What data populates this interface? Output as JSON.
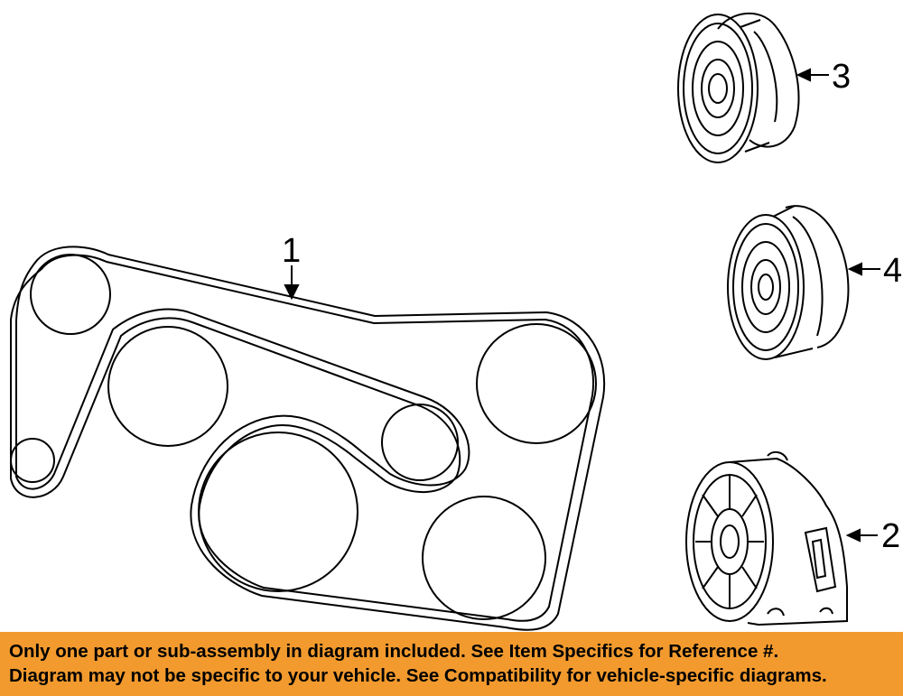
{
  "callouts": [
    {
      "id": "belt",
      "label": "1"
    },
    {
      "id": "tensioner",
      "label": "2"
    },
    {
      "id": "idler-pulley-upper",
      "label": "3"
    },
    {
      "id": "idler-pulley-lower",
      "label": "4"
    }
  ],
  "notice": {
    "line1": "Only one part or sub-assembly in diagram included. See Item Specifics for Reference #.",
    "line2": "Diagram may not be specific to your vehicle. See Compatibility for vehicle-specific diagrams.",
    "background_color": "#f29a2e"
  }
}
